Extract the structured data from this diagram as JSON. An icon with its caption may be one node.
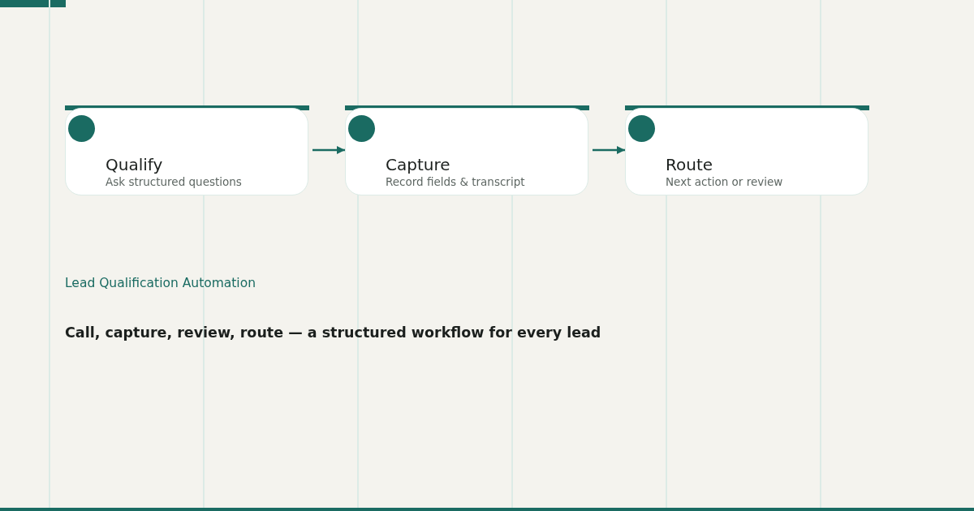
{
  "diagram": {
    "title": "Lead Qualification Automation",
    "caption": "Call, capture, review, route — a structured workflow for every lead",
    "nodes": [
      {
        "text": [
          "Qualify",
          "Ask structured questions"
        ]
      },
      {
        "text": [
          "Capture",
          "Record fields & transcript"
        ]
      },
      {
        "text": [
          "Route",
          "Next action or review"
        ]
      }
    ],
    "edges": [
      {
        "from": 0,
        "to": 1,
        "arrow": "to"
      },
      {
        "from": 1,
        "to": 2,
        "arrow": "to"
      }
    ]
  }
}
